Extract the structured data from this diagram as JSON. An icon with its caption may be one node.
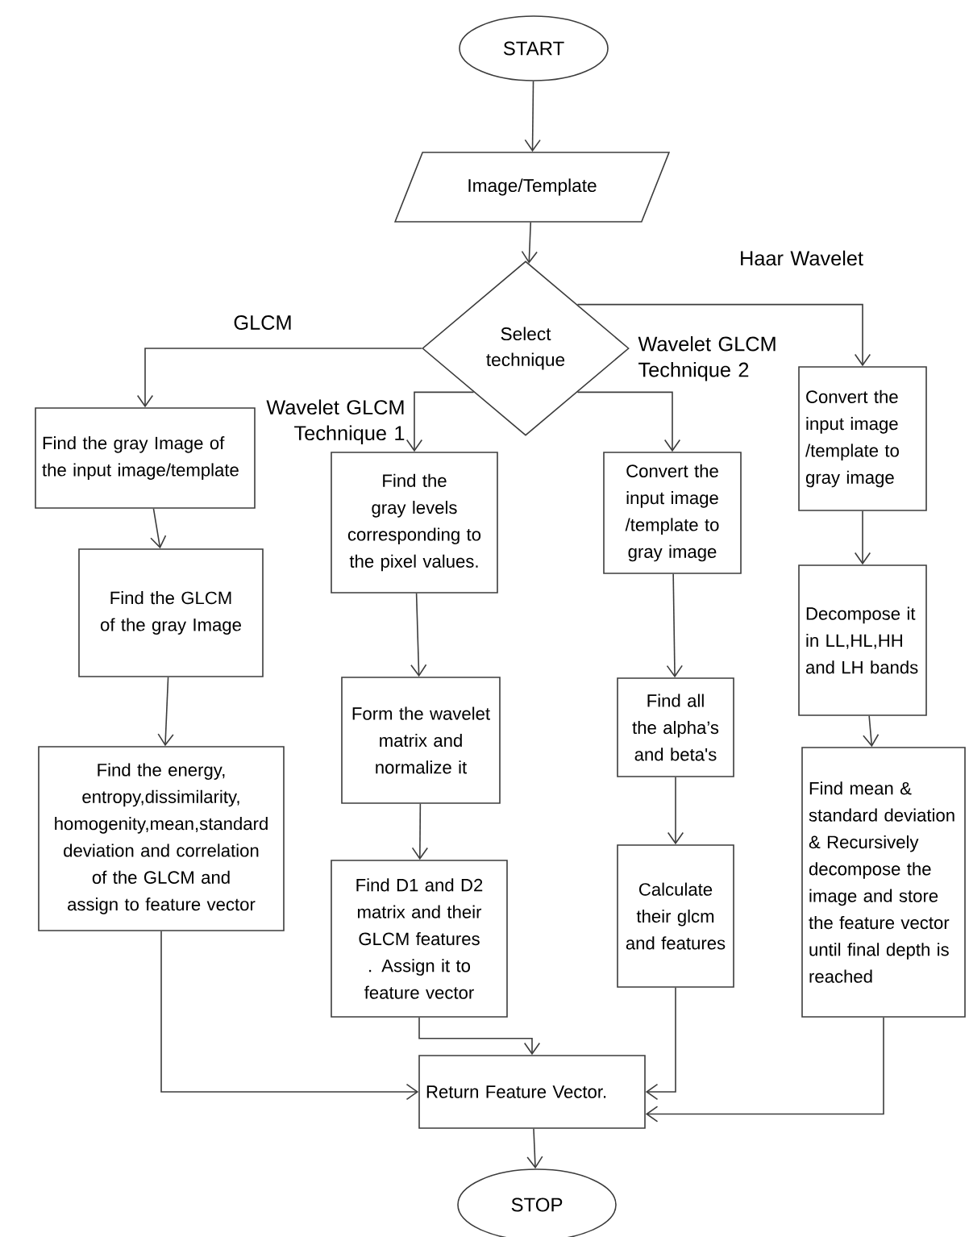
{
  "diagram": {
    "nodes": [
      {
        "text": [
          "START"
        ]
      },
      {
        "text": [
          "Image/Template"
        ]
      },
      {
        "text": [
          "Select technique"
        ]
      },
      {
        "text": [
          "Find the gray Image of the input image/template"
        ]
      },
      {
        "text": [
          "Find the GLCM of the gray Image"
        ]
      },
      {
        "text": [
          "Find the energy, entropy,dissimilarity, homogenity,mean,standard deviation and correlation of the GLCM and assign to feature vector"
        ]
      },
      {
        "text": [
          "Find the gray levels corresponding to the pixel values."
        ]
      },
      {
        "text": [
          "Form the wavelet matrix and normalize it"
        ]
      },
      {
        "text": [
          "Find D1 and D2 matrix and their GLCM features . Assign it to feature vector"
        ]
      },
      {
        "text": [
          "Convert the input image /template to gray image"
        ]
      },
      {
        "text": [
          "Find all the alpha’s and beta's"
        ]
      },
      {
        "text": [
          "Calculate their glcm and features"
        ]
      },
      {
        "text": [
          "Convert the input image /template to gray image"
        ]
      },
      {
        "text": [
          "Decompose it in LL,HL,HH and LH bands"
        ]
      },
      {
        "text": [
          "Find mean & standard deviation & Recursively decompose the image and store the feature vector until final depth is reached"
        ]
      },
      {
        "text": [
          "Return Feature Vector."
        ]
      },
      {
        "text": [
          "STOP"
        ]
      }
    ],
    "edges": [
      {
        "from": 0,
        "to": 1,
        "arrow": "to"
      },
      {
        "from": 1,
        "to": 2,
        "arrow": "to"
      },
      {
        "from": 2,
        "to": 3,
        "arrow": "to",
        "label": "GLCM"
      },
      {
        "from": 2,
        "to": 6,
        "arrow": "to",
        "label": "Wavelet GLCM Technique 1"
      },
      {
        "from": 2,
        "to": 9,
        "arrow": "to",
        "label": "Wavelet GLCM Technique 2"
      },
      {
        "from": 2,
        "to": 12,
        "arrow": "to",
        "label": "Haar Wavelet"
      },
      {
        "from": 3,
        "to": 4,
        "arrow": "to"
      },
      {
        "from": 4,
        "to": 5,
        "arrow": "to"
      },
      {
        "from": 5,
        "to": 15,
        "arrow": "to"
      },
      {
        "from": 6,
        "to": 7,
        "arrow": "to"
      },
      {
        "from": 7,
        "to": 8,
        "arrow": "to"
      },
      {
        "from": 8,
        "to": 15,
        "arrow": "to"
      },
      {
        "from": 9,
        "to": 10,
        "arrow": "to"
      },
      {
        "from": 10,
        "to": 11,
        "arrow": "to"
      },
      {
        "from": 11,
        "to": 15,
        "arrow": "to"
      },
      {
        "from": 12,
        "to": 13,
        "arrow": "to"
      },
      {
        "from": 13,
        "to": 14,
        "arrow": "to"
      },
      {
        "from": 14,
        "to": 15,
        "arrow": "to"
      },
      {
        "from": 15,
        "to": 16,
        "arrow": "to"
      }
    ]
  }
}
